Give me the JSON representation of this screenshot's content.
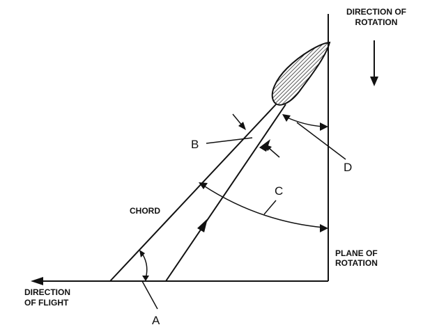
{
  "labels": {
    "direction_of_rotation_line1": "DIRECTION OF",
    "direction_of_rotation_line2": "ROTATION",
    "direction_of_flight_line1": "DIRECTION",
    "direction_of_flight_line2": "OF FLIGHT",
    "plane_of_rotation_line1": "PLANE OF",
    "plane_of_rotation_line2": "ROTATION",
    "chord": "CHORD",
    "angle_a": "A",
    "angle_b": "B",
    "angle_c": "C",
    "angle_d": "D"
  },
  "colors": {
    "ink": "#111111",
    "background": "#ffffff"
  }
}
